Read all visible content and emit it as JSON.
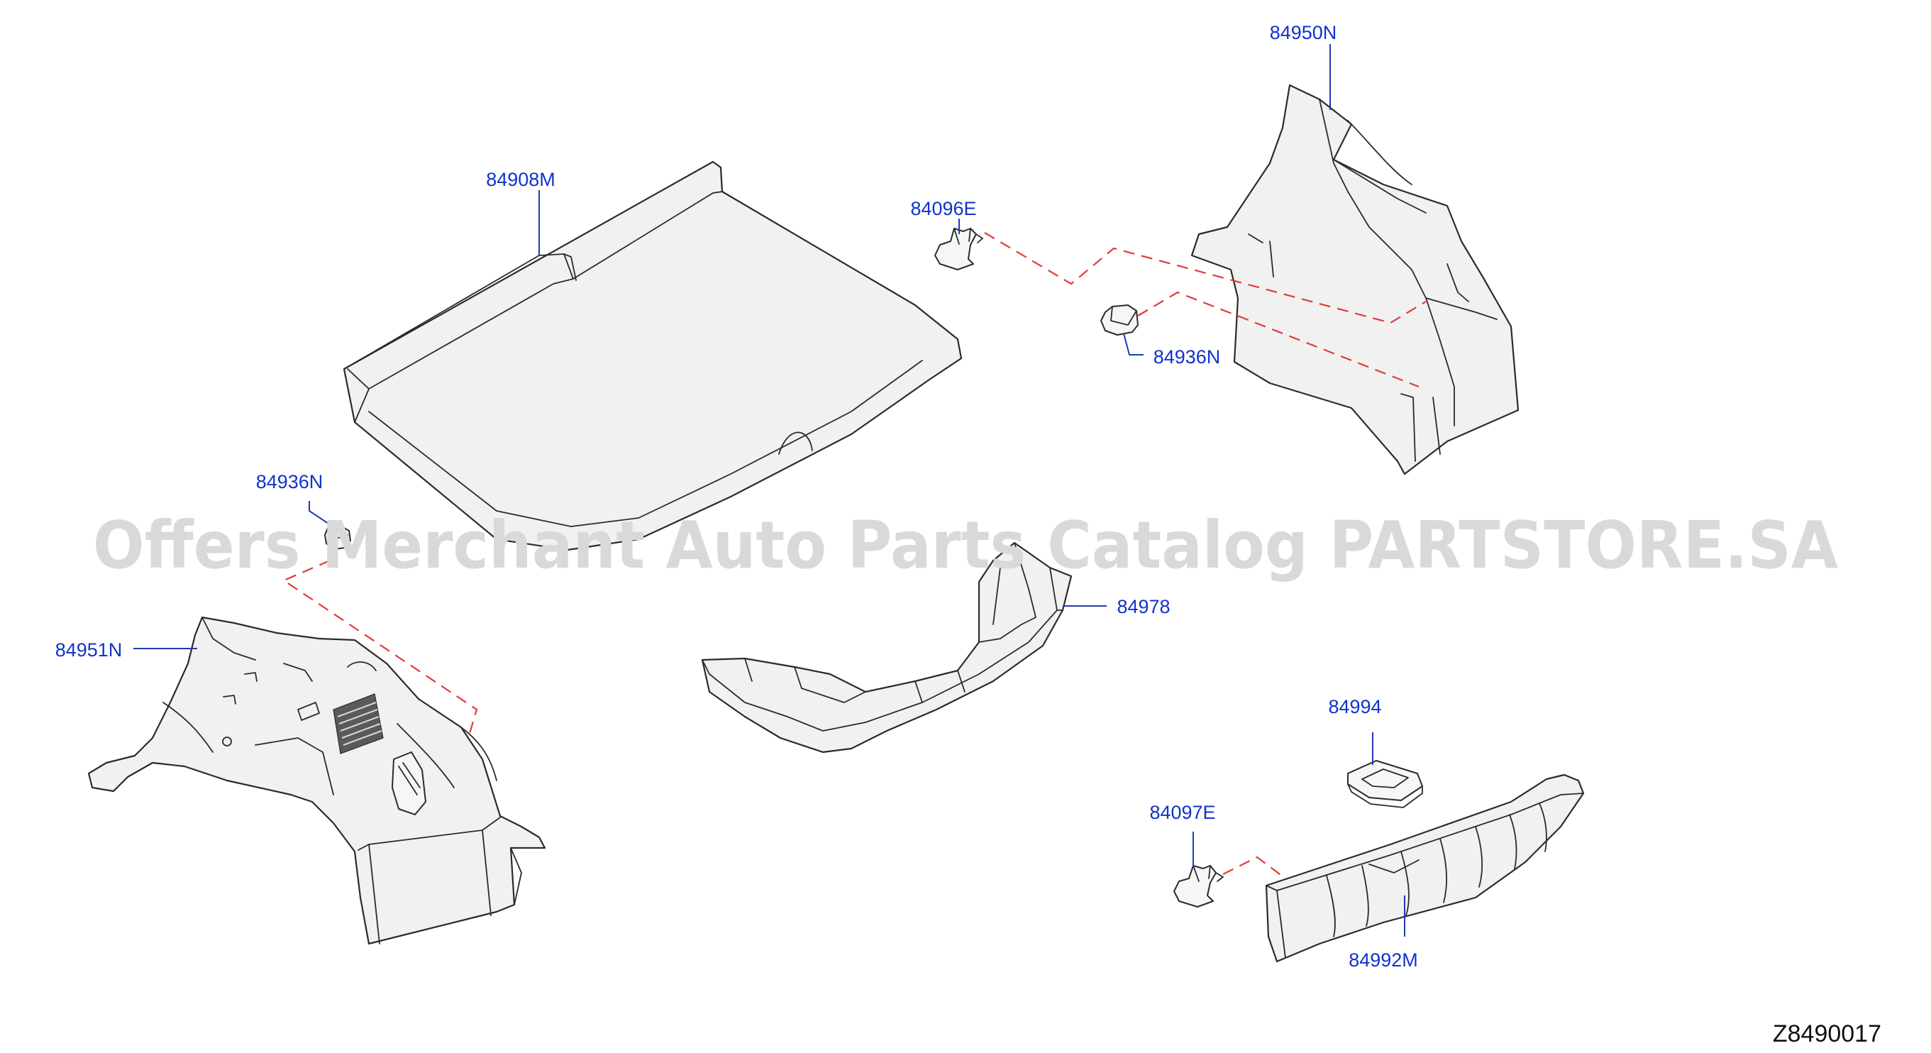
{
  "colors": {
    "callout": "#1133cc",
    "leader": "#1f3bb3",
    "dashed_line": "#e23a3a",
    "watermark": "#d9d9d9"
  },
  "watermark": "Offers Merchant Auto Parts Catalog PARTSTORE.SA",
  "diagram_code": "Z8490017",
  "callouts": {
    "c84950N": "84950N",
    "c84908M": "84908M",
    "c84096E": "84096E",
    "c84936N_right": "84936N",
    "c84936N_left": "84936N",
    "c84951N": "84951N",
    "c84978": "84978",
    "c84994": "84994",
    "c84097E": "84097E",
    "c84992M": "84992M"
  }
}
